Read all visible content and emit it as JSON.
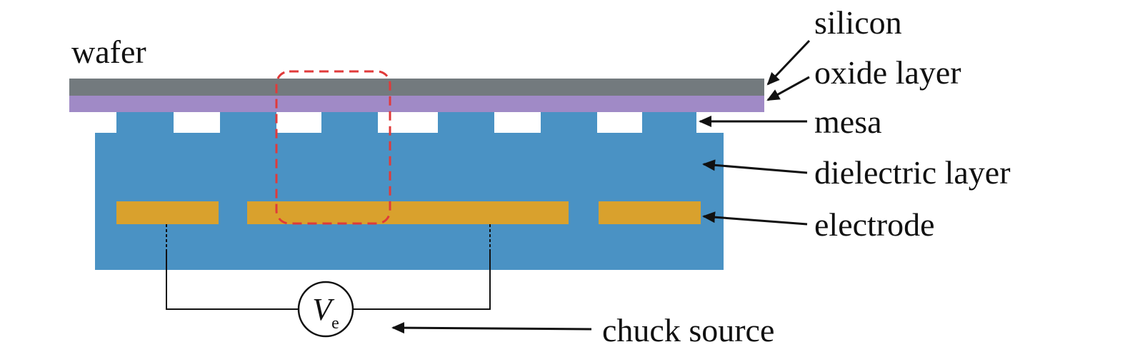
{
  "labels": {
    "wafer": "wafer",
    "silicon": "silicon",
    "oxide_layer": "oxide layer",
    "mesa": "mesa",
    "dielectric_layer": "dielectric layer",
    "electrode": "electrode",
    "chuck_source": "chuck source"
  },
  "source_symbol": {
    "main": "V",
    "subscript": "e"
  },
  "colors": {
    "silicon": "#737a7e",
    "oxide": "#a08ac6",
    "dielectric": "#4a92c4",
    "electrode": "#d9a12d",
    "highlight": "#e03a3a",
    "line": "#111111"
  }
}
